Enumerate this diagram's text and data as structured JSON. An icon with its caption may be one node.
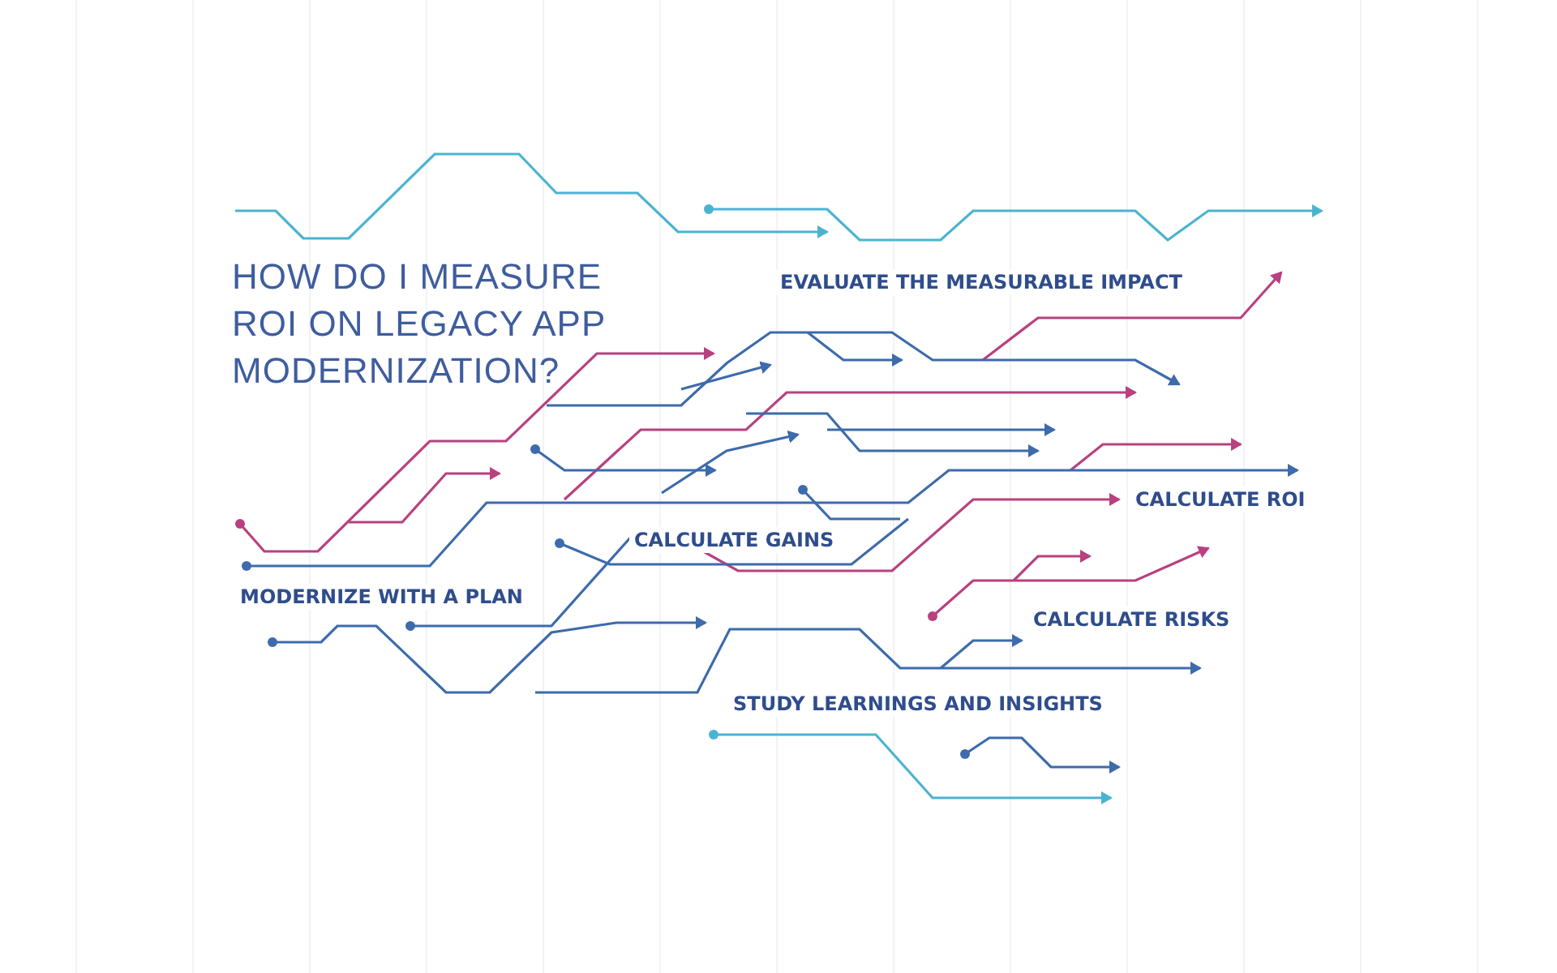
{
  "diagram": {
    "title": "HOW DO I MEASURE ROI ON LEGACY APP MODERNIZATION?",
    "labels": [
      "EVALUATE THE MEASURABLE IMPACT",
      "CALCULATE ROI",
      "CALCULATE GAINS",
      "MODERNIZE WITH A PLAN",
      "CALCULATE RISKS",
      "STUDY LEARNINGS AND INSIGHTS"
    ]
  }
}
